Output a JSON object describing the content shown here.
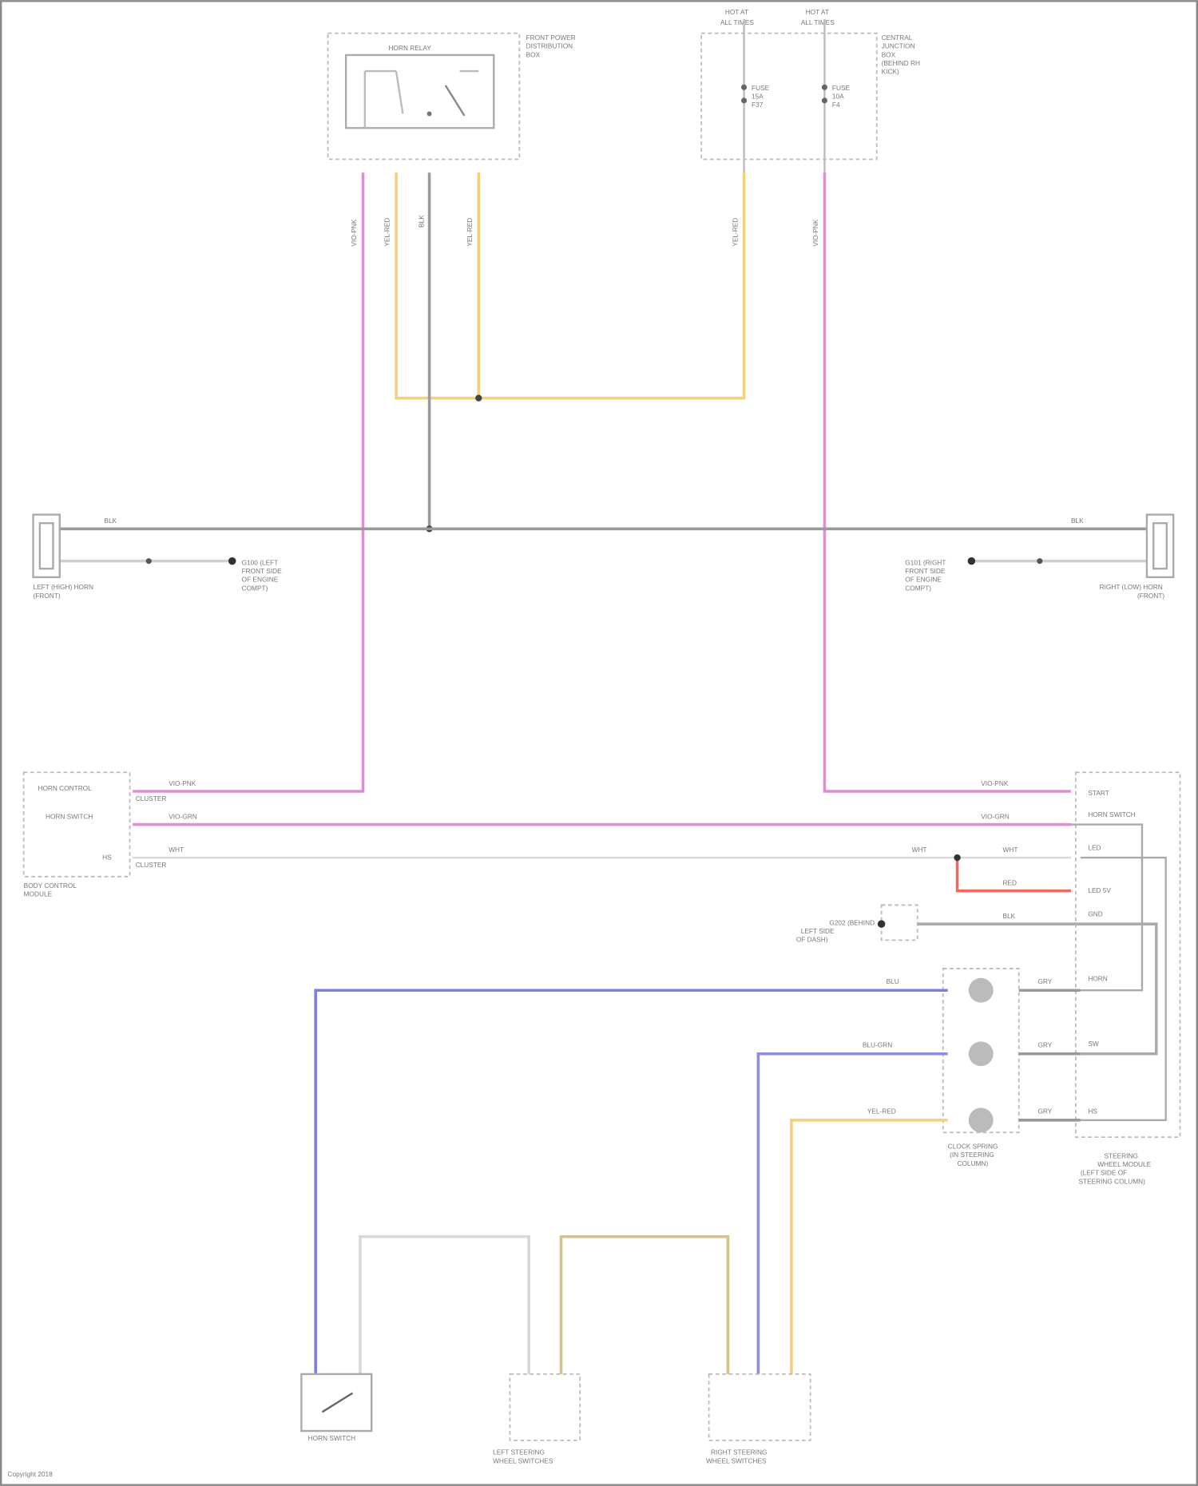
{
  "colors": {
    "pink": "#e58ad6",
    "yellow": "#f6cf7a",
    "gray": "#9a9a9a",
    "light_gray": "#cfcfcf",
    "blue": "#7b7fe0",
    "red": "#ee6a5f",
    "tan": "#d9c08a"
  },
  "components": {
    "horn_relay": "HORN RELAY",
    "front_box": [
      "FRONT POWER",
      "DISTRIBUTION",
      "BOX"
    ],
    "hot_left": [
      "HOT AT",
      "ALL TIMES"
    ],
    "hot_right": [
      "HOT AT",
      "ALL TIMES"
    ],
    "fuse_left": [
      "FUSE",
      "15A",
      "F37"
    ],
    "fuse_right": [
      "FUSE",
      "10A",
      "F4"
    ],
    "central_box": [
      "CENTRAL",
      "JUNCTION",
      "BOX",
      "(BEHIND RH",
      "KICK)"
    ],
    "left_horn": [
      "LEFT (HIGH) HORN",
      "(FRONT)"
    ],
    "left_ground": [
      "G100 (LEFT",
      "FRONT SIDE",
      "OF ENGINE",
      "COMPT)"
    ],
    "right_horn": [
      "RIGHT (LOW) HORN",
      "(FRONT)"
    ],
    "right_ground": [
      "G101 (RIGHT",
      "FRONT SIDE",
      "OF ENGINE",
      "COMPT)"
    ],
    "bcm": [
      "BODY CONTROL",
      "MODULE"
    ],
    "bcm_pins": [
      "HORN CONTROL",
      "HORN SWITCH",
      "HS"
    ],
    "bcm_sub": [
      "CLUSTER",
      "CLUSTER"
    ],
    "smm_pins": [
      "START",
      "HORN SWITCH",
      "LED",
      "LED 5V",
      "GND",
      "HORN",
      "SW",
      "HS"
    ],
    "ground2": [
      "G202 (BEHIND",
      "LEFT SIDE",
      "OF DASH)"
    ],
    "clockspring": [
      "CLOCK SPRING",
      "(IN STEERING",
      "COLUMN)"
    ],
    "smm": [
      "STEERING",
      "WHEEL MODULE",
      "(LEFT SIDE OF",
      "STEERING COLUMN)"
    ],
    "horn_switch": "HORN SWITCH",
    "left_sw": [
      "LEFT STEERING",
      "WHEEL SWITCHES"
    ],
    "right_sw": [
      "RIGHT STEERING",
      "WHEEL SWITCHES"
    ],
    "copyright": "Copyright 2018"
  },
  "wire_labels": {
    "relay_pins": [
      "VIO-PNK",
      "YEL-RED",
      "BLK",
      "YEL-RED"
    ],
    "fuse_pins": [
      "YEL-RED",
      "VIO-PNK"
    ],
    "black": "BLK",
    "gray_hs": "WHT",
    "red_led": "RED",
    "blue": "BLU",
    "blue2": "BLU-GRN",
    "yellow2": "YEL-RED",
    "gray_sw": "GRY",
    "pink_ctrl": "VIO-PNK",
    "pink_sw": "VIO-GRN"
  }
}
